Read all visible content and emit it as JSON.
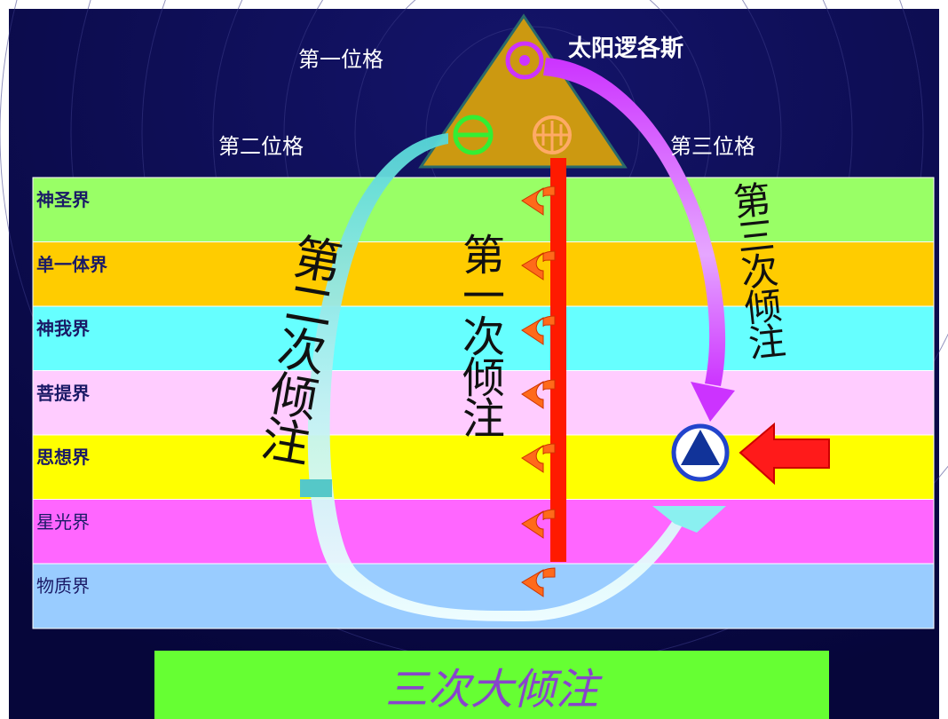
{
  "title": "太阳逻各斯",
  "persons": {
    "first": "第一位格",
    "second": "第二位格",
    "third": "第三位格"
  },
  "planes": [
    {
      "name": "神圣界",
      "color": "#99ff66"
    },
    {
      "name": "单一体界",
      "color": "#ffcc00"
    },
    {
      "name": "神我界",
      "color": "#66ffff"
    },
    {
      "name": "菩提界",
      "color": "#ffccff"
    },
    {
      "name": "思想界",
      "color": "#ffff00"
    },
    {
      "name": "星光界",
      "color": "#ff66ff"
    },
    {
      "name": "物质界",
      "color": "#99ccff"
    }
  ],
  "outpourings": {
    "first": "第一次倾注",
    "second": "第二次倾注",
    "third": "第三次倾注"
  },
  "footer": "三次大倾注",
  "colors": {
    "background": "#0a0a4a",
    "triangle": "#cc9911",
    "stream_red": "#ff1a00",
    "hook_orange": "#ff6a1a",
    "third_arrow": "#cc44ff",
    "second_arrow": "#66e0e0",
    "footer_bg": "#66ff33",
    "footer_text": "#8844cc"
  },
  "icons": [
    "circle-dot-icon",
    "circle-minus-icon",
    "circle-cross-icon",
    "triangle-in-circle-icon",
    "big-red-arrow-icon"
  ]
}
